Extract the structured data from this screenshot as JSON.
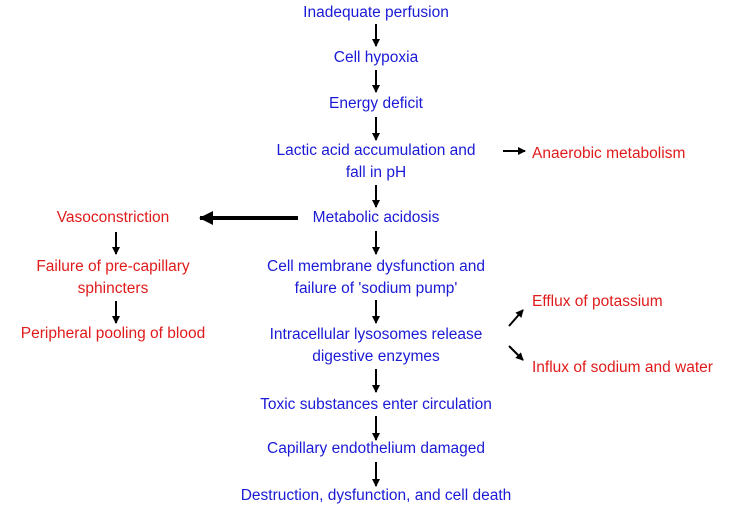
{
  "colors": {
    "main": "#1a1ad6",
    "side": "#e01b1b",
    "arrow": "#000000"
  },
  "main_flow": [
    {
      "id": "inadequate_perfusion",
      "text": "Inadequate perfusion"
    },
    {
      "id": "cell_hypoxia",
      "text": "Cell hypoxia"
    },
    {
      "id": "energy_deficit",
      "text": "Energy deficit"
    },
    {
      "id": "lactic_acid",
      "lines": [
        "Lactic acid accumulation and",
        "fall in pH"
      ]
    },
    {
      "id": "metabolic_acidosis",
      "text": "Metabolic acidosis"
    },
    {
      "id": "membrane_dysfunction",
      "lines": [
        "Cell membrane dysfunction and",
        "failure of 'sodium pump'"
      ]
    },
    {
      "id": "lysosomes_release",
      "lines": [
        "Intracellular lysosomes release",
        "digestive enzymes"
      ]
    },
    {
      "id": "toxic_substances",
      "text": "Toxic substances enter circulation"
    },
    {
      "id": "capillary_damage",
      "text": "Capillary endothelium damaged"
    },
    {
      "id": "cell_death",
      "text": "Destruction, dysfunction, and cell death"
    }
  ],
  "side_nodes": {
    "anaerobic": "Anaerobic metabolism",
    "vasoconstriction": "Vasoconstriction",
    "sphincters": [
      "Failure of pre-capillary",
      "sphincters"
    ],
    "pooling": "Peripheral pooling of blood",
    "efflux": "Efflux of potassium",
    "influx": "Influx of sodium and water"
  }
}
